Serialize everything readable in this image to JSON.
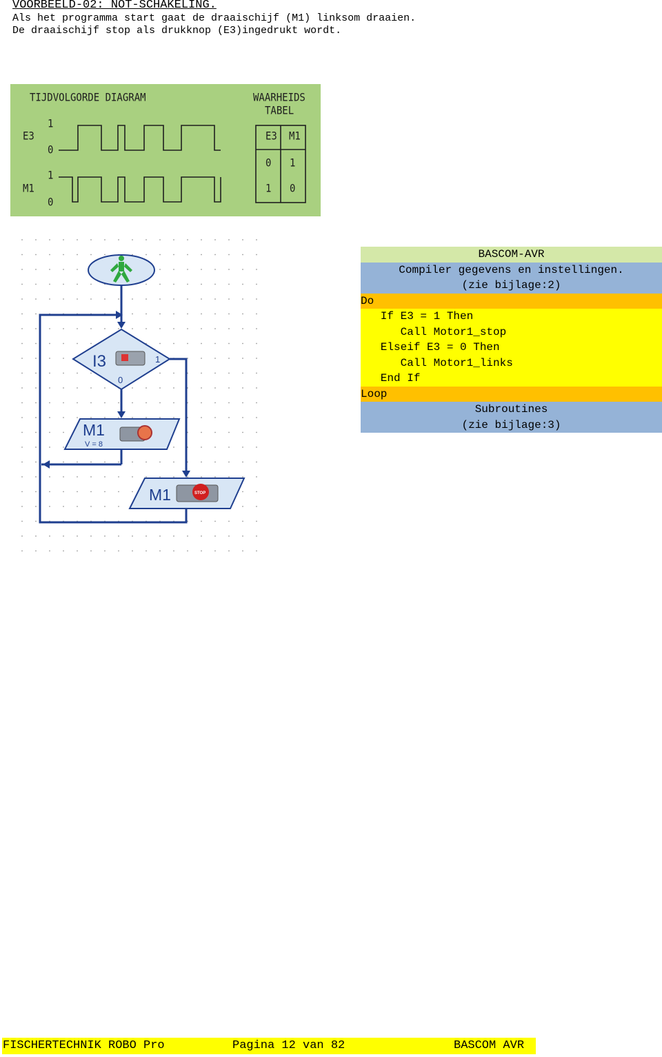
{
  "heading": "VOORBEELD-02: NOT-SCHAKELING.",
  "intro": [
    "Als het programma start gaat de draaischijf (M1) linksom draaien.",
    "De draaischijf stop als drukknop (E3)ingedrukt wordt."
  ],
  "timing_diagram": {
    "title": "TIJDVOLGORDE DIAGRAM",
    "table_title_1": "WAARHEIDS",
    "table_title_2": "TABEL",
    "signal_e3": "E3",
    "signal_m1": "M1",
    "level_1": "1",
    "level_0": "0",
    "table_header": [
      "E3",
      "M1"
    ],
    "table_rows": [
      [
        "0",
        "1"
      ],
      [
        "1",
        "0"
      ]
    ]
  },
  "flowchart": {
    "branch_label": "I3",
    "branch_yes": "1",
    "branch_no": "0",
    "motor_label": "M1",
    "motor_speed": "V = 8",
    "stop_label": "M1",
    "stop_sign": "STOP"
  },
  "bascom": {
    "title": "BASCOM-AVR",
    "compiler_1": "Compiler gegevens en instellingen.",
    "compiler_2": "(zie bijlage:2)",
    "do": "Do",
    "code": [
      "   If E3 = 1 Then",
      "      Call Motor1_stop",
      "   Elseif E3 = 0 Then",
      "      Call Motor1_links",
      "   End If"
    ],
    "loop": "Loop",
    "sub_1": "Subroutines",
    "sub_2": "(zie bijlage:3)"
  },
  "footer": {
    "left": "FISCHERTECHNIK ROBO Pro",
    "middle": "Pagina 12 van 82",
    "right": "BASCOM AVR"
  },
  "colors": {
    "panel_green": "#a9d080",
    "bascom_title": "#d4e8a8",
    "bascom_blue": "#95b3d7",
    "bascom_orange": "#ffc000",
    "bascom_yellow": "#ffff00",
    "flow_blue": "#1f3f8f"
  }
}
